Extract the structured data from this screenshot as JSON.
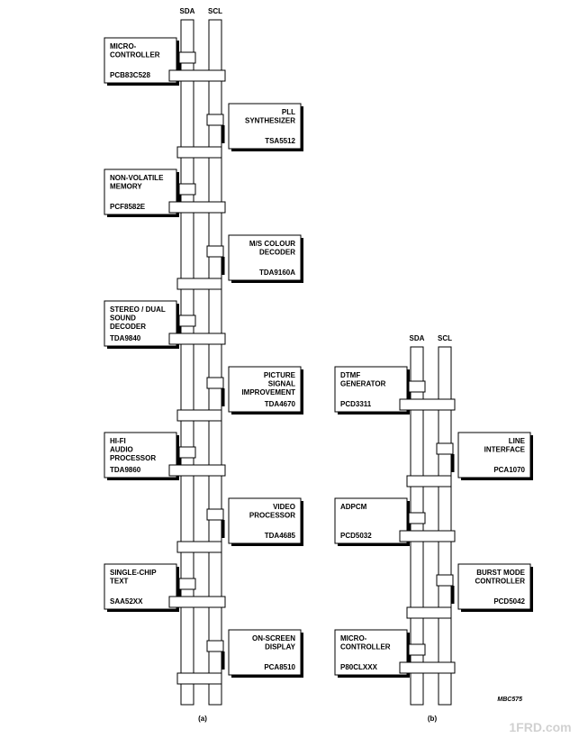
{
  "diagram_a": {
    "sda_label": "SDA",
    "scl_label": "SCL",
    "caption": "(a)",
    "devices": [
      {
        "side": "left",
        "name_lines": [
          "MICRO-",
          "CONTROLLER"
        ],
        "part": "PCB83C528"
      },
      {
        "side": "right",
        "name_lines": [
          "PLL",
          "SYNTHESIZER"
        ],
        "part": "TSA5512"
      },
      {
        "side": "left",
        "name_lines": [
          "NON-VOLATILE",
          "MEMORY"
        ],
        "part": "PCF8582E"
      },
      {
        "side": "right",
        "name_lines": [
          "M/S COLOUR",
          "DECODER"
        ],
        "part": "TDA9160A"
      },
      {
        "side": "left",
        "name_lines": [
          "STEREO / DUAL",
          "SOUND",
          "DECODER"
        ],
        "part": "TDA9840"
      },
      {
        "side": "right",
        "name_lines": [
          "PICTURE",
          "SIGNAL",
          "IMPROVEMENT"
        ],
        "part": "TDA4670"
      },
      {
        "side": "left",
        "name_lines": [
          "HI-FI",
          "AUDIO",
          "PROCESSOR"
        ],
        "part": "TDA9860"
      },
      {
        "side": "right",
        "name_lines": [
          "VIDEO",
          "PROCESSOR"
        ],
        "part": "TDA4685"
      },
      {
        "side": "left",
        "name_lines": [
          "SINGLE-CHIP",
          "TEXT"
        ],
        "part": "SAA52XX"
      },
      {
        "side": "right",
        "name_lines": [
          "ON-SCREEN",
          "DISPLAY"
        ],
        "part": "PCA8510"
      }
    ]
  },
  "diagram_b": {
    "sda_label": "SDA",
    "scl_label": "SCL",
    "caption": "(b)",
    "devices": [
      {
        "side": "left",
        "name_lines": [
          "DTMF",
          "GENERATOR"
        ],
        "part": "PCD3311"
      },
      {
        "side": "right",
        "name_lines": [
          "LINE",
          "INTERFACE"
        ],
        "part": "PCA1070"
      },
      {
        "side": "left",
        "name_lines": [
          "ADPCM"
        ],
        "part": "PCD5032"
      },
      {
        "side": "right",
        "name_lines": [
          "BURST MODE",
          "CONTROLLER"
        ],
        "part": "PCD5042"
      },
      {
        "side": "left",
        "name_lines": [
          "MICRO-",
          "CONTROLLER"
        ],
        "part": "P80CLXXX"
      }
    ]
  },
  "figure_code": "MBC575",
  "watermark": "1FRD.com"
}
